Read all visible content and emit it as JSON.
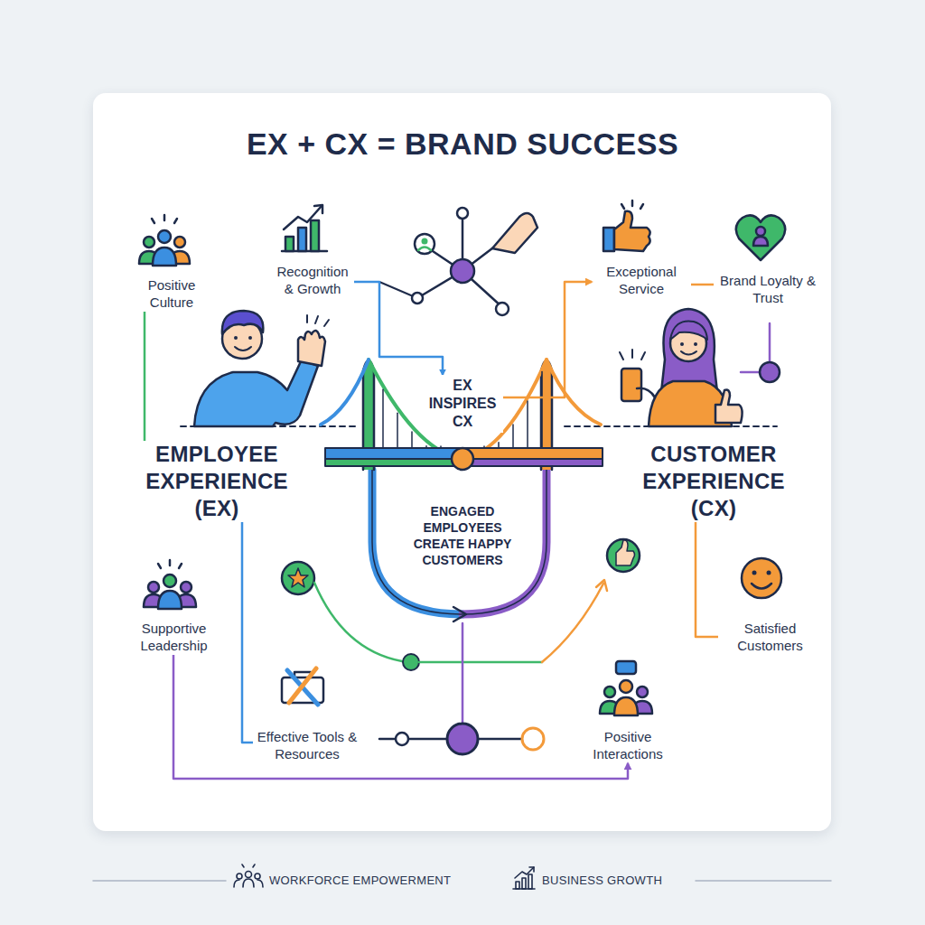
{
  "diagram": {
    "title": "EX + CX = BRAND SUCCESS",
    "nodes": [
      {
        "text": [
          "Positive Culture"
        ]
      },
      {
        "text": [
          "Recognition & Growth"
        ]
      },
      {
        "text": [
          "Exceptional Service"
        ]
      },
      {
        "text": [
          "Brand Loyalty & Trust"
        ]
      },
      {
        "text": [
          "EMPLOYEE EXPERIENCE (EX)"
        ]
      },
      {
        "text": [
          "EX INSPIRES CX"
        ]
      },
      {
        "text": [
          "ENGAGED EMPLOYEES CREATE HAPPY CUSTOMERS"
        ]
      },
      {
        "text": [
          "CUSTOMER EXPERIENCE (CX)"
        ]
      },
      {
        "text": [
          "Supportive Leadership"
        ]
      },
      {
        "text": [
          "Satisfied Customers"
        ]
      },
      {
        "text": [
          "Effective Tools & Resources"
        ]
      },
      {
        "text": [
          "Positive Interactions"
        ]
      }
    ],
    "edges": [
      {
        "from": 0,
        "to": 4,
        "arrow": "none"
      },
      {
        "from": 1,
        "to": 5,
        "arrow": "to"
      },
      {
        "from": 5,
        "to": 2,
        "arrow": "to"
      },
      {
        "from": 2,
        "to": 3,
        "arrow": "none"
      },
      {
        "from": 8,
        "to": 11,
        "arrow": "to"
      },
      {
        "from": 4,
        "to": 10,
        "arrow": "none"
      },
      {
        "from": 7,
        "to": 9,
        "arrow": "none"
      }
    ],
    "labels": [
      "WORKFORCE EMPOWERMENT",
      "BUSINESS GROWTH"
    ]
  }
}
